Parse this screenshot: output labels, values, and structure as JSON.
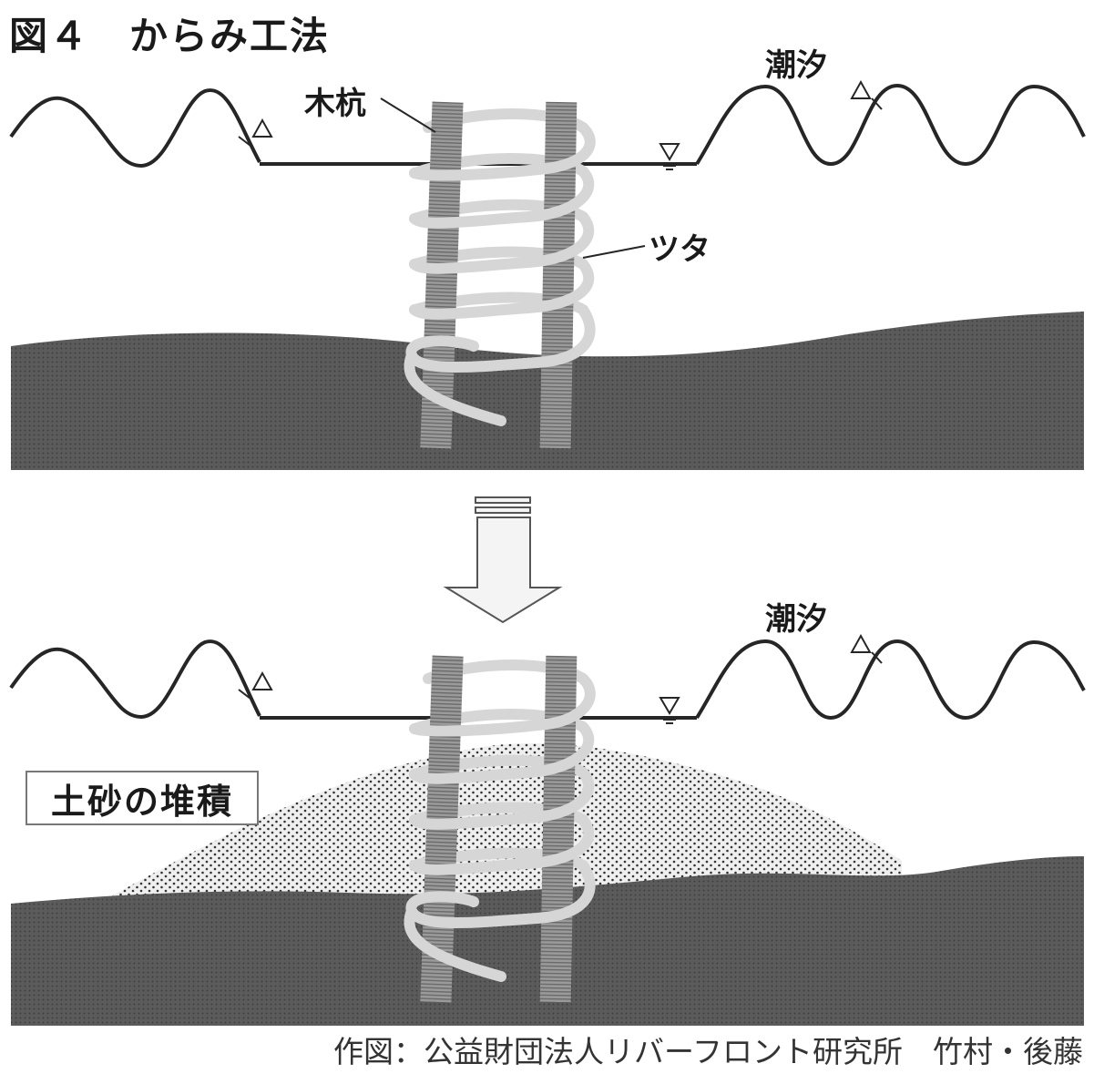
{
  "figure": {
    "title": "図４　からみ工法",
    "labels": {
      "pile": "木杭",
      "vine": "ツタ",
      "tide_top": "潮汐",
      "tide_bottom": "潮汐",
      "sediment": "土砂の堆積"
    },
    "credit": "作図：公益財団法人リバーフロント研究所　竹村・後藤"
  },
  "colors": {
    "ground": "#555555",
    "pile": "#8c8c8c",
    "vine": "#d6d6d6",
    "wave": "#262626",
    "arrow_fill": "#f4f4f4",
    "sediment_dot": "#3a3a3a"
  }
}
